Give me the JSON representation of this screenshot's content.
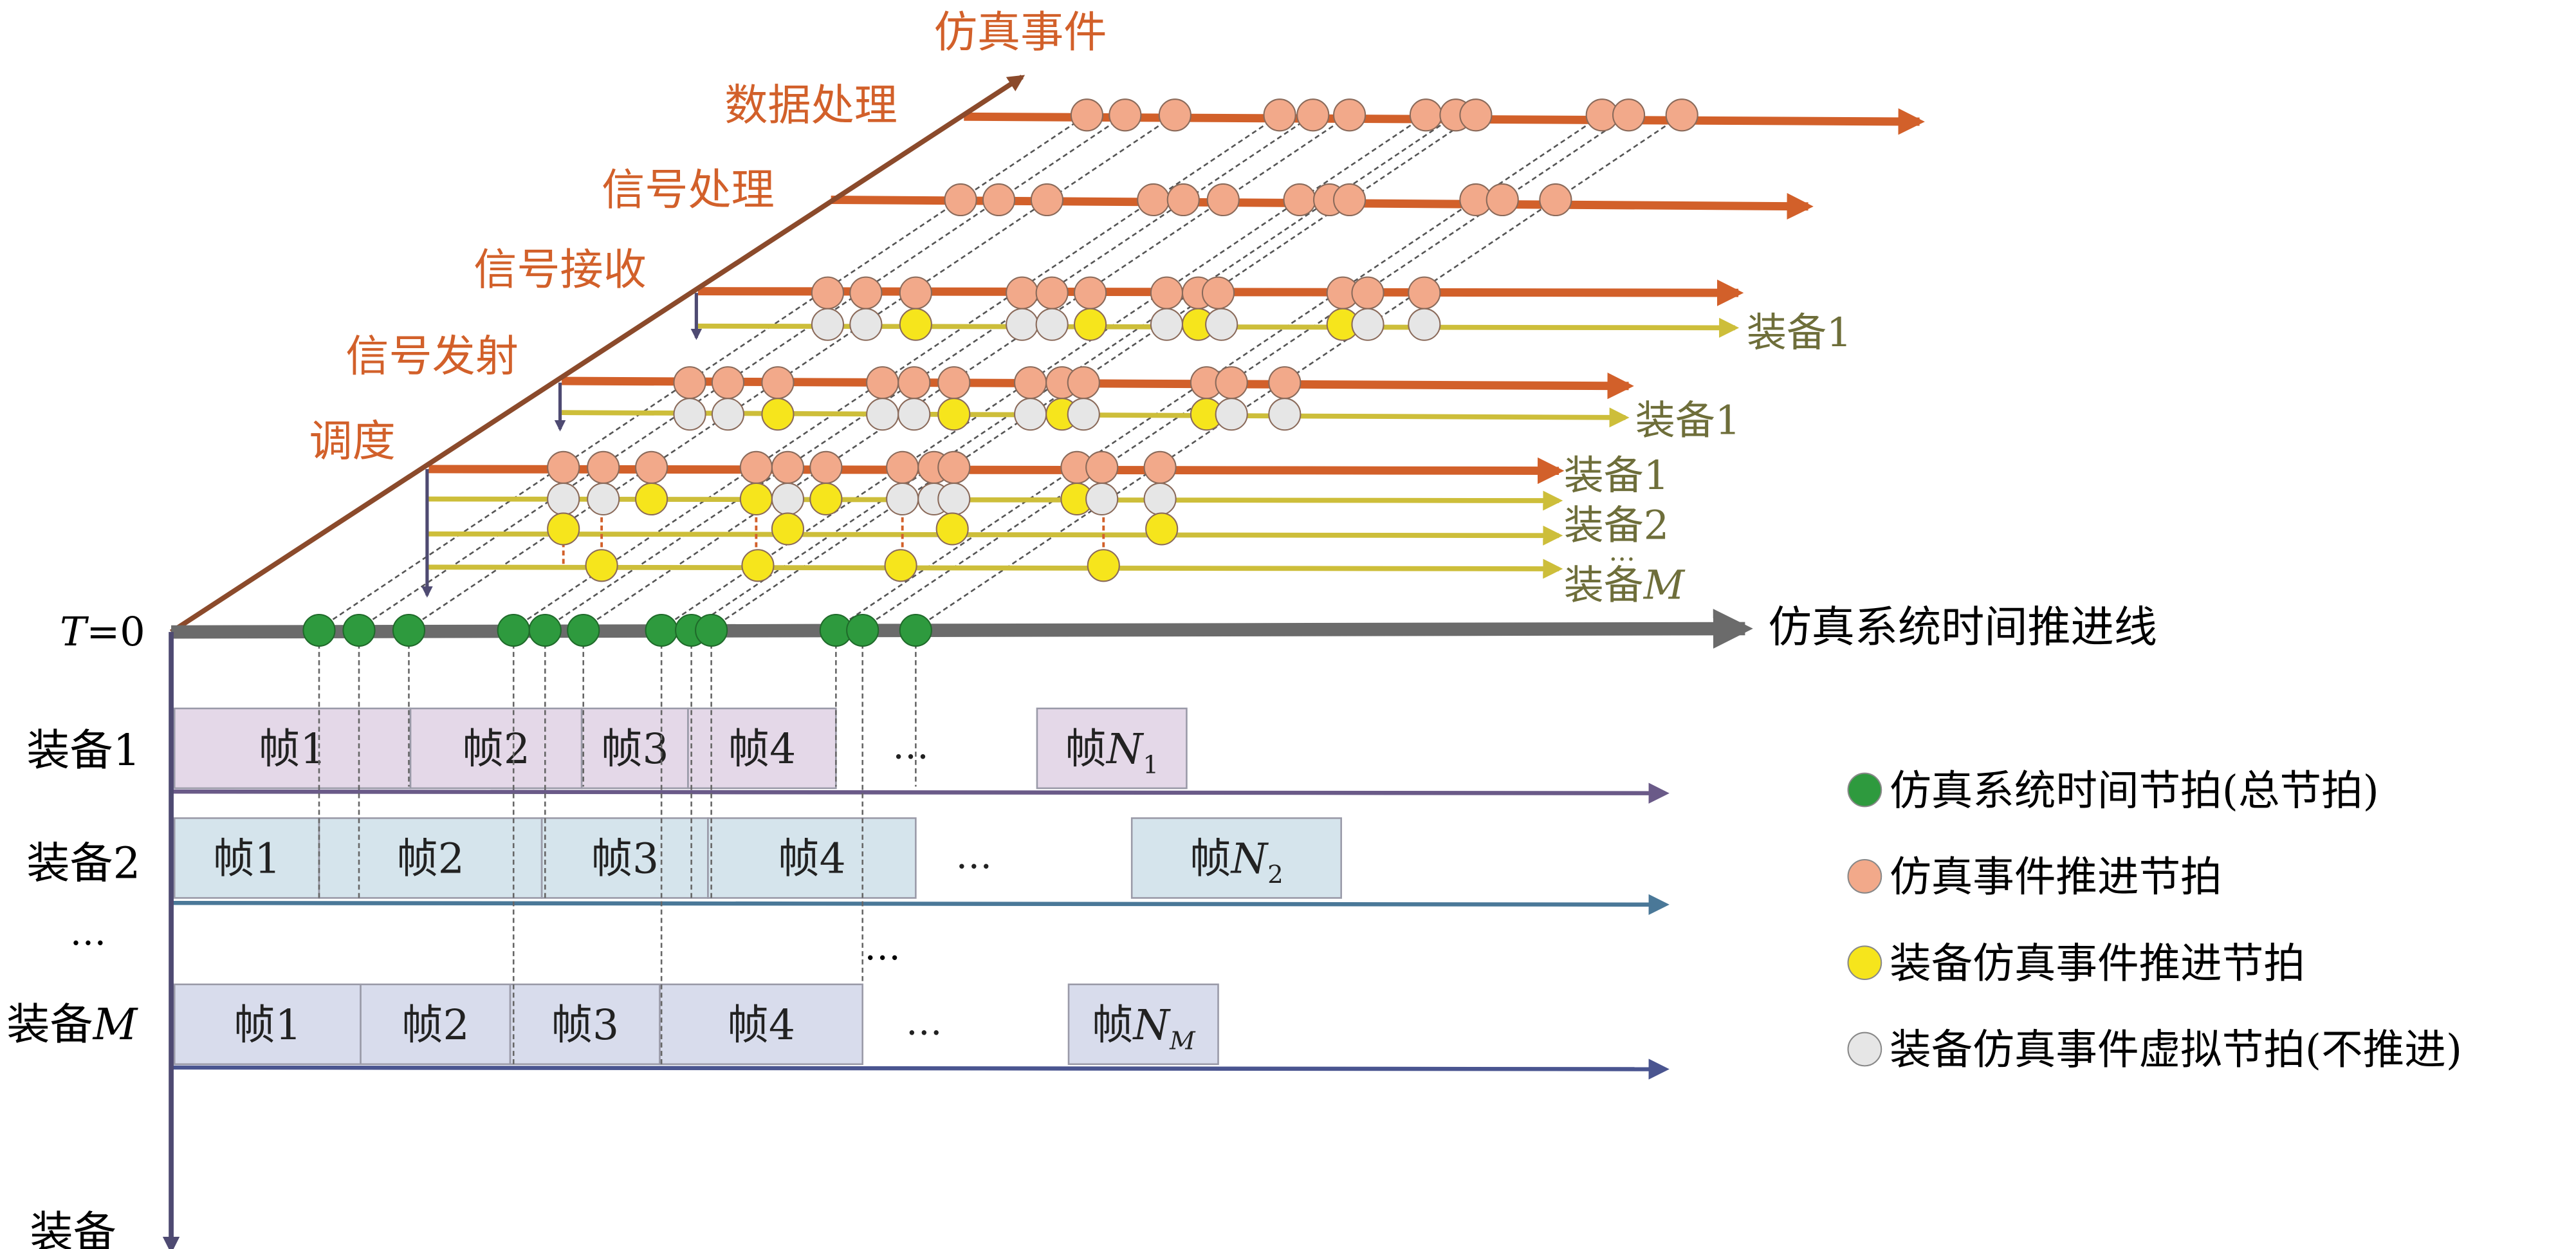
{
  "event_axis": {
    "label": "仿真事件",
    "color": "#8B4A2B",
    "layers": [
      {
        "id": "sched",
        "label": "调度",
        "equip_labels": [
          "装备1",
          "装备2",
          "…",
          "装备"
        ],
        "equip_last_italic": "M"
      },
      {
        "id": "tx",
        "label": "信号发射",
        "equip_labels": [
          "装备1"
        ]
      },
      {
        "id": "rx",
        "label": "信号接收",
        "equip_labels": [
          "装备1"
        ]
      },
      {
        "id": "sp",
        "label": "信号处理",
        "equip_labels": []
      },
      {
        "id": "dp",
        "label": "数据处理",
        "equip_labels": []
      }
    ]
  },
  "time_axis": {
    "origin_italic": "T",
    "origin_label": "=0",
    "label": "仿真系统时间推进线",
    "color": "#6B6B6B"
  },
  "equipment_axis": {
    "label": "装备",
    "rows": [
      {
        "name": "装备1",
        "frames": [
          "帧1",
          "帧2",
          "帧3",
          "帧4"
        ],
        "last_frame": "帧",
        "last_italic": "N",
        "last_sub": "1",
        "color": "#E4D8E8",
        "line_color": "#6A5A88"
      },
      {
        "name": "装备2",
        "frames": [
          "帧1",
          "帧2",
          "帧3",
          "帧4"
        ],
        "last_frame": "帧",
        "last_italic": "N",
        "last_sub": "2",
        "color": "#D5E4EC",
        "line_color": "#4A7898"
      },
      {
        "name": "装备",
        "name_italic": "M",
        "frames": [
          "帧1",
          "帧2",
          "帧3",
          "帧4"
        ],
        "last_frame": "帧",
        "last_italic": "N",
        "last_sub": "M",
        "color": "#D8DCEC",
        "line_color": "#4A5590"
      }
    ],
    "ellipsis": "…",
    "row_ellipsis": "…"
  },
  "legend": [
    {
      "label": "仿真系统时间节拍(总节拍)",
      "color": "#2E9A3E"
    },
    {
      "label": "仿真事件推进节拍",
      "color": "#F2A98A"
    },
    {
      "label": "装备仿真事件推进节拍",
      "color": "#F6E51C"
    },
    {
      "label": "装备仿真事件虚拟节拍(不推进)",
      "color": "#E6E6E6"
    }
  ],
  "colors": {
    "event_line": "#D2602A",
    "equip_line": "#CDBE3A",
    "event_text": "#D2602A",
    "equip_text": "#6E6E3A",
    "axis_dark": "#4E4A72",
    "vertical_guide": "#D2602A"
  }
}
